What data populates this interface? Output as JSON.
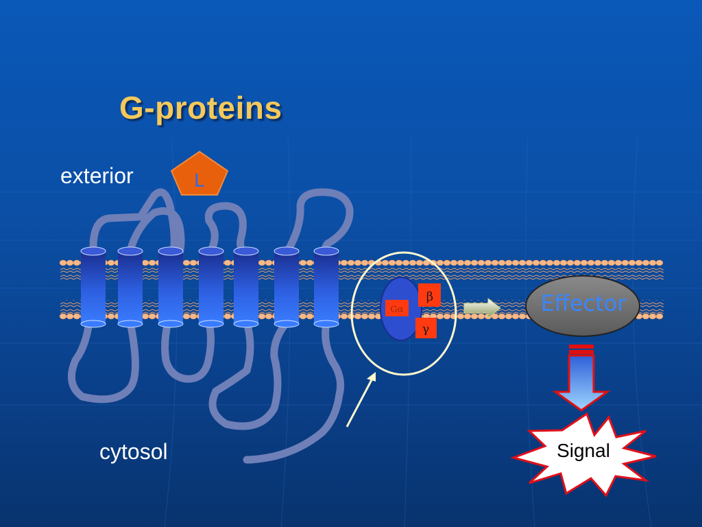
{
  "title": "G-proteins",
  "labels": {
    "exterior": "exterior",
    "cytosol": "cytosol"
  },
  "ligand": {
    "label": "L",
    "color": "#e8600c"
  },
  "g_protein": {
    "alpha_label": "Gα",
    "beta_label": "β",
    "gamma_label": "γ"
  },
  "effector": {
    "label": "Effector"
  },
  "signal": {
    "label": "Signal"
  },
  "colors": {
    "background": "#0b4fa6",
    "title": "#f4c95a",
    "receptor_loop": "#6f7fb8",
    "membrane_bead": "#f6b98a",
    "subunit_red": "#ff3a10",
    "signal_burst": "#e0101a"
  }
}
